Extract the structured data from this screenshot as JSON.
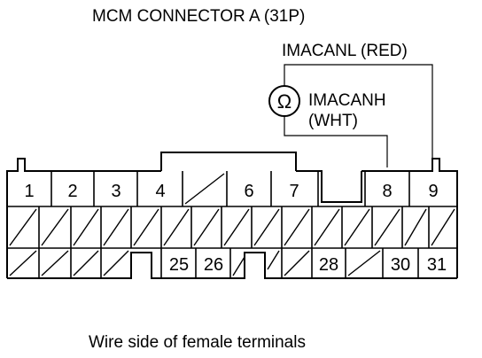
{
  "title": "MCM CONNECTOR A (31P)",
  "caption": "Wire side of female terminals",
  "meter": {
    "icon": "ohmmeter-icon",
    "symbol": "Ω"
  },
  "wires": {
    "low": "IMACANL (RED)",
    "high_line1": "IMACANH",
    "high_line2": "(WHT)"
  },
  "pins": {
    "p1": "1",
    "p2": "2",
    "p3": "3",
    "p4": "4",
    "p6": "6",
    "p7": "7",
    "p8": "8",
    "p9": "9",
    "p25": "25",
    "p26": "26",
    "p28": "28",
    "p30": "30",
    "p31": "31"
  }
}
